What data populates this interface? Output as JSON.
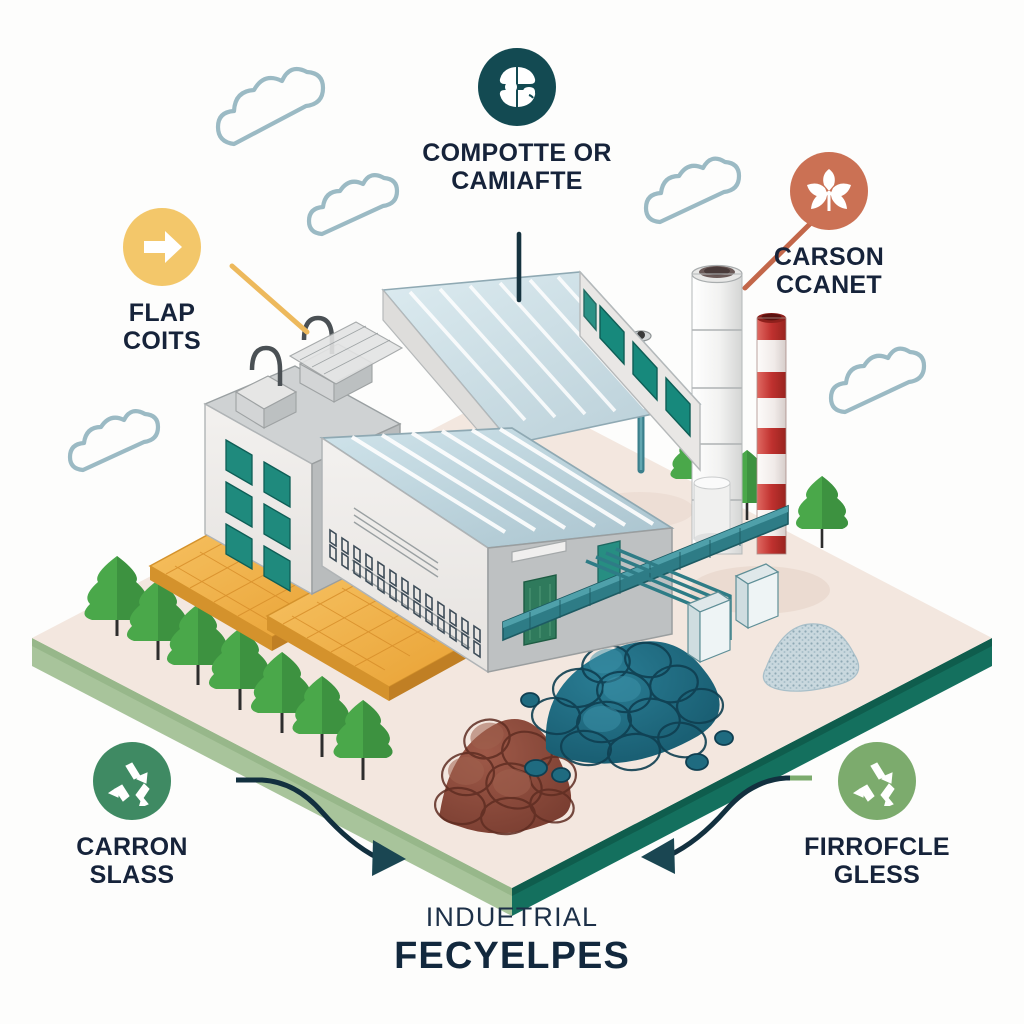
{
  "title": {
    "line1": "INDUETRIAL",
    "line2": "FECYELPES"
  },
  "callouts": [
    {
      "id": "compost",
      "icon": "leaf-quadrant-icon",
      "label": "COMPOTTE OR\nCAMIAFTE",
      "badge_color": "#134a52",
      "connector": "vertical-line",
      "connector_color": "#16333f"
    },
    {
      "id": "carbon",
      "icon": "flower-fan-icon",
      "label": "CARSON\nCCANET",
      "badge_color": "#cb7154",
      "connector": "diagonal-line",
      "connector_color": "#c3674a"
    },
    {
      "id": "flap",
      "icon": "arrow-right-icon",
      "label": "FLAP\nCOITS",
      "badge_color": "#f3c76a",
      "connector": "diagonal-line",
      "connector_color": "#edb95c"
    },
    {
      "id": "carron",
      "icon": "recycle-icon",
      "label": "CARRON\nSLASS",
      "badge_color": "#3f8a63",
      "connector": "curved-arrow-right",
      "connector_color": "#12303f"
    },
    {
      "id": "firrofcle",
      "icon": "recycle-icon",
      "label": "FIRROFCLE\nGLESS",
      "badge_color": "#7cab6d",
      "connector": "curved-arrow-left",
      "connector_color": "#12303f"
    }
  ],
  "scene": {
    "background": "#ffffff",
    "platform": {
      "top_color": "#f3e7df",
      "left_edge_color": "#a8c49b",
      "right_edge_color": "#14705e"
    },
    "clouds": {
      "outline_color": "#9bbac4",
      "count": 5
    },
    "building": {
      "wall_color": "#eeecea",
      "wall_shade_color": "#b9bcbd",
      "roof_color": "#cfe0e6",
      "window_color": "#1f8a7d",
      "door_color": "#2f7a5c"
    },
    "chimneys": [
      {
        "name": "white-stack",
        "colors": [
          "#f4f4f3",
          "#d8d9d8"
        ]
      },
      {
        "name": "striped-stack",
        "colors": [
          "#c0312f",
          "#f6f2f0"
        ]
      }
    ],
    "conveyor": {
      "color": "#2e7c86"
    },
    "material_piles": [
      {
        "name": "brown-slag-pile",
        "color": "#8b4a3a"
      },
      {
        "name": "teal-slag-pile",
        "color": "#1f6b80"
      },
      {
        "name": "gravel-pile",
        "color": "#9fb9c4"
      },
      {
        "name": "orange-brick-stack",
        "color": "#f0ab3c"
      },
      {
        "name": "orange-brick-stack",
        "color": "#f0ab3c"
      }
    ],
    "trees": {
      "foliage_color": "#4aa84a",
      "trunk_color": "#2d2d2d",
      "count": 10
    }
  }
}
